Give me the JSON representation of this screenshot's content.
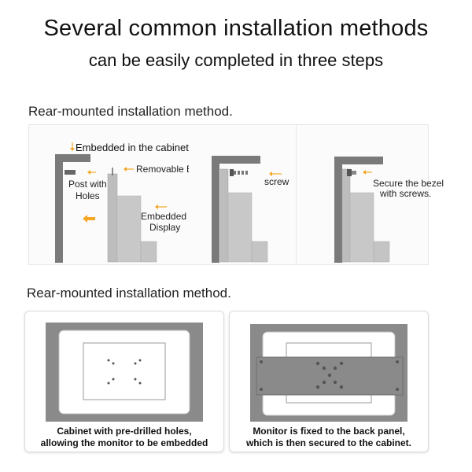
{
  "header": {
    "title": "Several common installation methods",
    "subtitle": "can be easily completed in three steps"
  },
  "section1": {
    "label": "Rear-mounted installation method.",
    "step1": {
      "embedded_in_cabinet": "Embedded in the cabinet",
      "removable_bezel": "Removable Bezel",
      "post_with": "Post with",
      "holes": "Holes",
      "embedded": "Embedded",
      "display": "Display"
    },
    "step2": {
      "screw": "screw"
    },
    "step3": {
      "secure_line1": "Secure the bezel",
      "secure_line2": "with screws."
    }
  },
  "section2": {
    "label": "Rear-mounted installation method.",
    "card1": {
      "caption_line1": "Cabinet with pre-drilled holes,",
      "caption_line2": "allowing the monitor to be embedded"
    },
    "card2": {
      "caption_line1": "Monitor is fixed to the back panel,",
      "caption_line2": "which is then secured to the cabinet."
    }
  },
  "colors": {
    "accent_arrow": "#f5a623",
    "panel_gray": "#8a8a8a",
    "cabinet_gray": "#7a7a7a",
    "display_gray": "#c8c8c8"
  },
  "icons": [
    "arrow-down-icon",
    "arrow-left-icon",
    "screw-icon"
  ]
}
